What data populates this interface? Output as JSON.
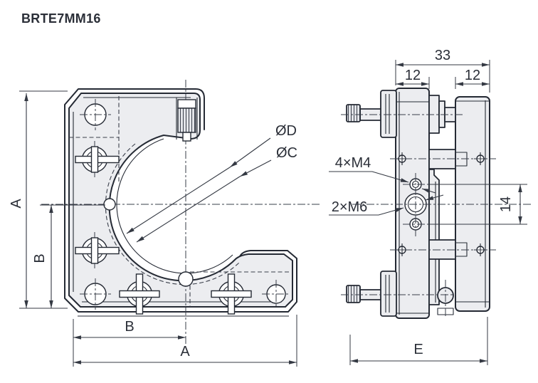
{
  "title": "BRTE7MM16",
  "colors": {
    "outline": "#252a34",
    "thin": "#3a3f4a",
    "dim": "#343943",
    "fill": "#ecedf0",
    "background": "#ffffff",
    "text": "#2b2f38"
  },
  "front_view": {
    "dim_height_label": "A",
    "dim_half_height_label": "B",
    "dim_half_width_label": "B",
    "dim_width_label": "A",
    "bore_hidden_dia_label": "ØD",
    "bore_dia_label": "ØC"
  },
  "side_view": {
    "dim_overall_width_label": "33",
    "dim_left_plate_label": "12",
    "dim_right_plate_label": "12",
    "dim_hole_pitch_label": "14",
    "dim_depth_label": "E",
    "m4_holes_label": "4×M4",
    "m6_holes_label": "2×M6"
  }
}
